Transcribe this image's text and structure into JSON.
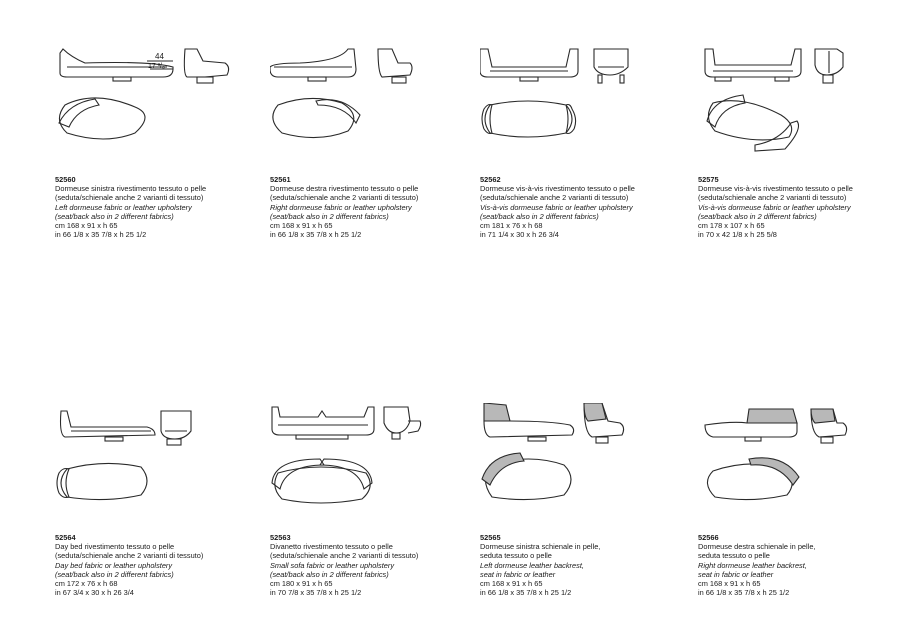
{
  "products": [
    {
      "code": "52560",
      "lines": [
        "Dormeuse sinistra rivestimento tessuto o pelle",
        "(seduta/schienale anche 2 varianti di tessuto)"
      ],
      "lines_en": [
        "Left dormeuse fabric or leather upholstery",
        "(seat/back also in 2 different fabrics)"
      ],
      "dims_cm": "cm 168 x 91 x h 65",
      "dims_in": "in 66 1/8 x 35 7/8 x h 25 1/2",
      "annotation": {
        "value": "44",
        "value_in": "17 ³/₈"
      }
    },
    {
      "code": "52561",
      "lines": [
        "Dormeuse destra rivestimento tessuto o pelle",
        "(seduta/schienale anche 2 varianti di tessuto)"
      ],
      "lines_en": [
        "Right dormeuse fabric or leather upholstery",
        "(seat/back also in 2 different fabrics)"
      ],
      "dims_cm": "cm 168 x 91 x h 65",
      "dims_in": "in 66 1/8 x 35 7/8 x h 25 1/2"
    },
    {
      "code": "52562",
      "lines": [
        "Dormeuse vis-à-vis rivestimento tessuto o pelle",
        "(seduta/schienale anche 2 varianti di tessuto)"
      ],
      "lines_en": [
        "Vis-à-vis dormeuse fabric or leather upholstery",
        "(seat/back also in 2 different fabrics)"
      ],
      "dims_cm": "cm 181 x 76 x h 68",
      "dims_in": "in 71 1/4 x 30 x h 26 3/4"
    },
    {
      "code": "52575",
      "lines": [
        "Dormeuse vis-à-vis rivestimento tessuto o pelle",
        "(seduta/schienale anche 2 varianti di tessuto)"
      ],
      "lines_en": [
        "Vis-à-vis dormeuse fabric or leather upholstery",
        "(seat/back also in 2 different fabrics)"
      ],
      "dims_cm": "cm 178 x 107 x h 65",
      "dims_in": "in 70 x 42 1/8 x h 25 5/8"
    },
    {
      "code": "52564",
      "lines": [
        "Day bed rivestimento tessuto o pelle",
        "(seduta/schienale anche 2 varianti di tessuto)"
      ],
      "lines_en": [
        "Day bed fabric or leather upholstery",
        "(seat/back also in 2 different fabrics)"
      ],
      "dims_cm": "cm 172 x 76 x h 68",
      "dims_in": "in 67 3/4 x 30 x h 26 3/4"
    },
    {
      "code": "52563",
      "lines": [
        "Divanetto rivestimento tessuto o pelle",
        "(seduta/schienale anche 2 varianti di tessuto)"
      ],
      "lines_en": [
        "Small sofa fabric or leather upholstery",
        "(seat/back also in 2 different fabrics)"
      ],
      "dims_cm": "cm 180 x 91 x h 65",
      "dims_in": "in 70 7/8 x 35 7/8 x h 25 1/2"
    },
    {
      "code": "52565",
      "lines": [
        "Dormeuse sinistra schienale in pelle,",
        "seduta tessuto o pelle"
      ],
      "lines_en": [
        "Left dormeuse leather backrest,",
        "seat in fabric or leather"
      ],
      "dims_cm": "cm 168 x 91 x h 65",
      "dims_in": "in 66 1/8 x 35 7/8 x h 25 1/2"
    },
    {
      "code": "52566",
      "lines": [
        "Dormeuse destra schienale in pelle,",
        "seduta tessuto o pelle"
      ],
      "lines_en": [
        "Right dormeuse leather backrest,",
        "seat in fabric or leather"
      ],
      "dims_cm": "cm 168 x 91 x h 65",
      "dims_in": "in 66 1/8 x 35 7/8 x h 25 1/2"
    }
  ],
  "colors": {
    "line": "#2a2a2a",
    "leather_fill": "#b8b8b8",
    "paper": "#ffffff"
  }
}
